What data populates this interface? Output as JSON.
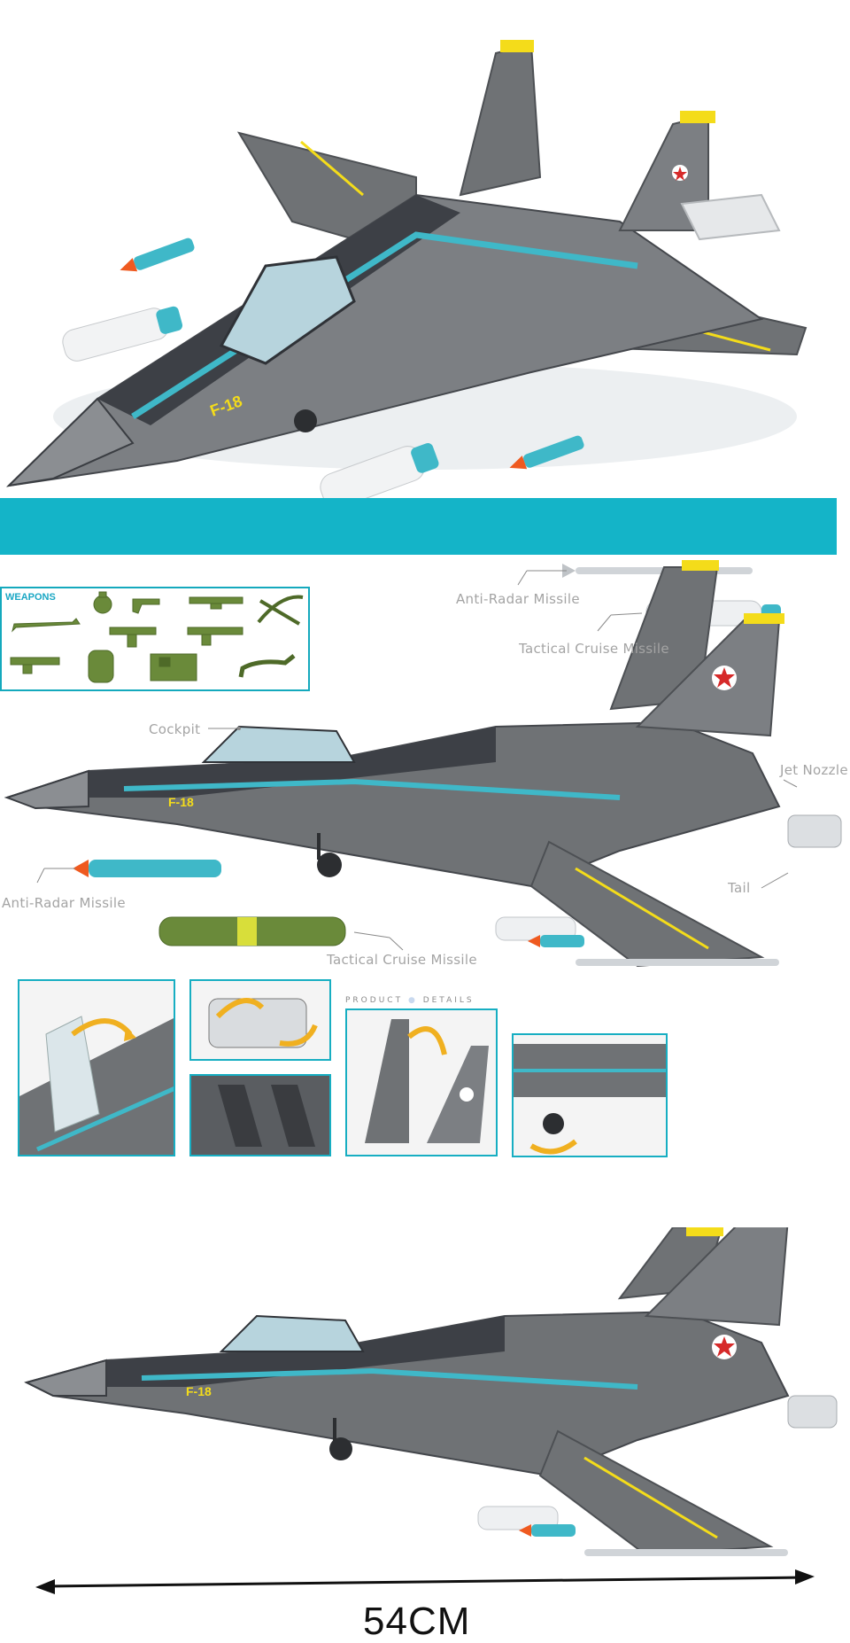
{
  "weapons_panel": {
    "title": "WEAPONS",
    "icons": [
      "crowbar-icon",
      "grenade-icon",
      "revolver-icon",
      "rifle-icon",
      "crossbow-icon",
      "smg-icon",
      "machine-pistol-icon",
      "assault-rifle-icon",
      "backpack-icon",
      "ammo-box-icon",
      "hook-icon"
    ]
  },
  "callouts": {
    "anti_radar_missile_top": "Anti-Radar Missile",
    "tactical_cruise_missile_top": "Tactical Cruise Missile",
    "cockpit": "Cockpit",
    "jet_nozzle": "Jet Nozzle",
    "tail": "Tail",
    "anti_radar_missile_bottom": "Anti-Radar Missile",
    "tactical_cruise_missile_bottom": "Tactical Cruise Missile"
  },
  "jet_marking": "F-18",
  "product_details": {
    "left": "PRODUCT",
    "right": "DETAILS"
  },
  "dimension": "54CM",
  "colors": {
    "teal_accent": "#14b4c8",
    "jet_gray": "#6f7275",
    "jet_dark": "#3b3e44",
    "stripe_cyan": "#3fb8c8",
    "yellow_tip": "#f4dc1a",
    "missile_orange": "#ef5a20",
    "weapon_green": "#6a8a3a"
  }
}
